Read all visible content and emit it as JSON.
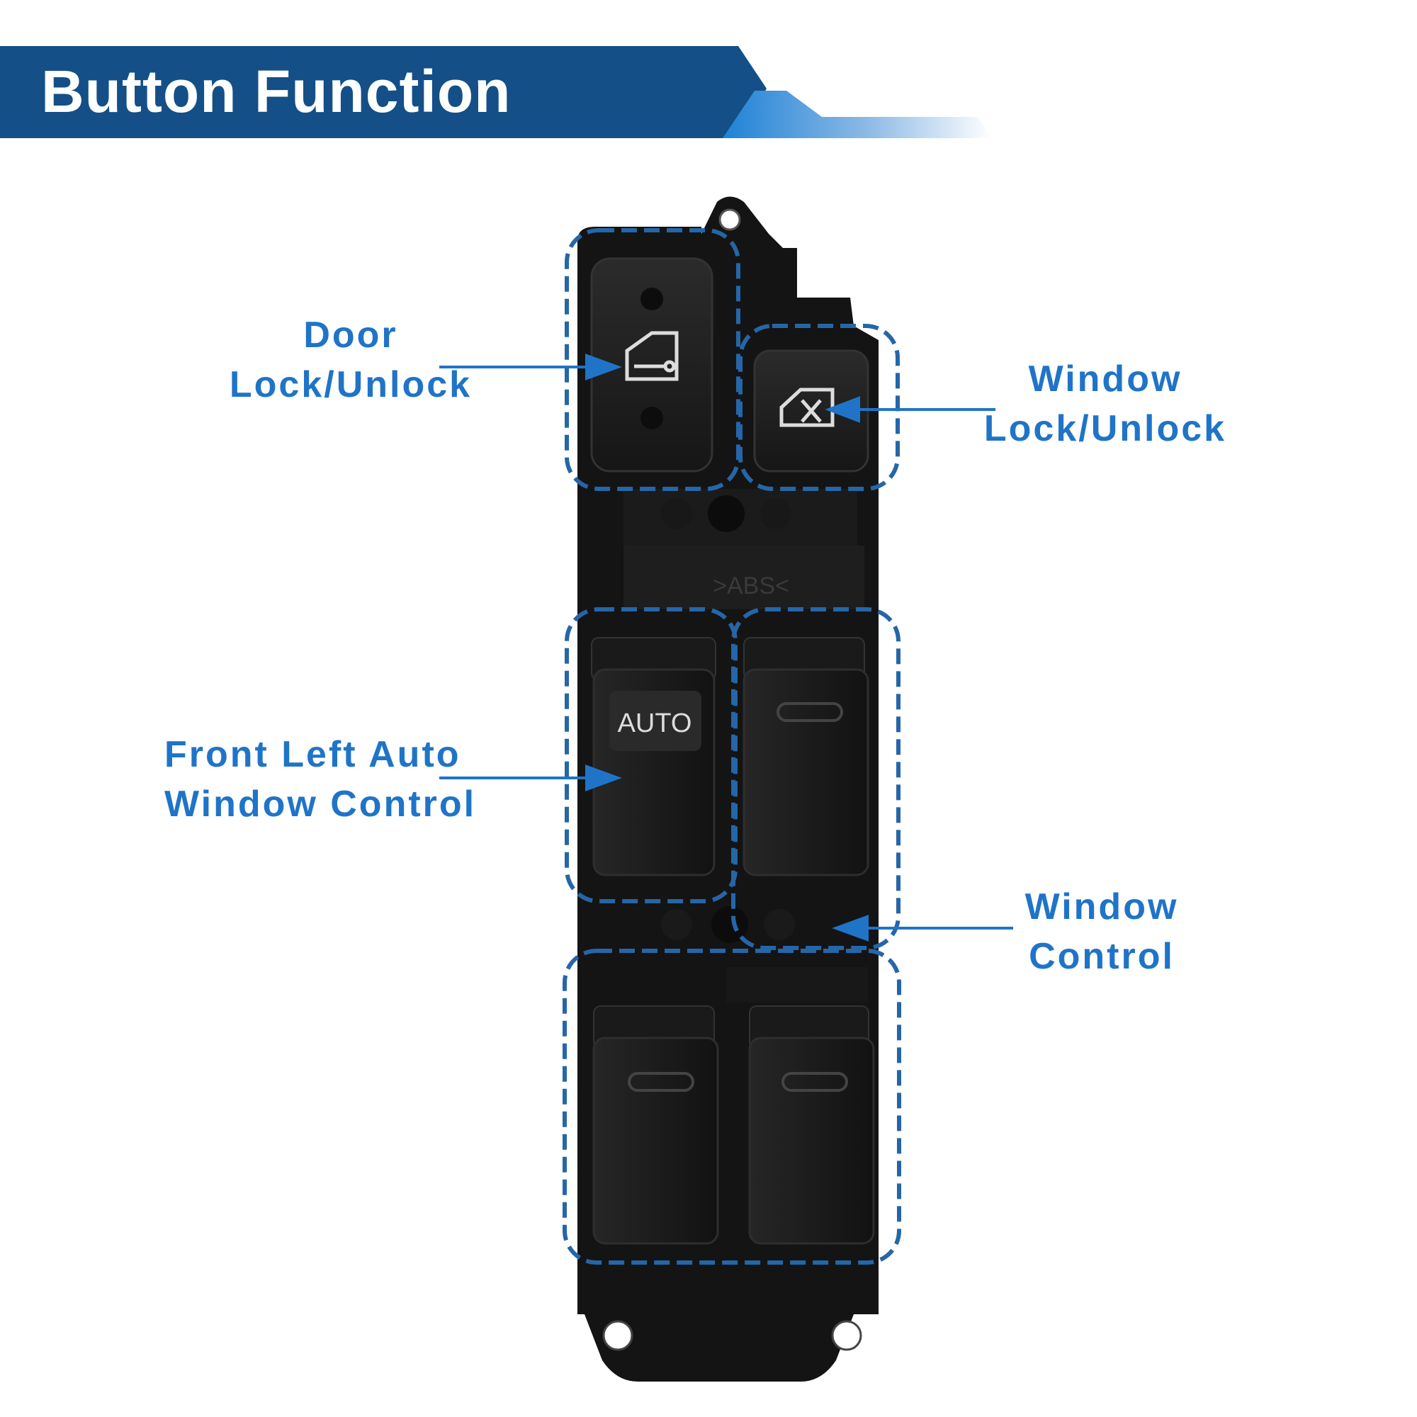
{
  "banner": {
    "title": "Button Function",
    "colors": {
      "dark": "#144f87",
      "accent": "#1f82d6",
      "fade": "#d7e7f7"
    }
  },
  "callouts": {
    "door_lock": {
      "line1": "Door",
      "line2": "Lock/Unlock"
    },
    "window_lock": {
      "line1": "Window",
      "line2": "Lock/Unlock"
    },
    "front_left": {
      "line1": "Front Left Auto",
      "line2": "Window Control"
    },
    "window_control": {
      "line1": "Window",
      "line2": "Control"
    }
  },
  "switch_panel": {
    "auto_label": "AUTO",
    "panel_text": ">ABS<",
    "icons": [
      "door-lock-icon",
      "window-lock-icon"
    ]
  },
  "colors": {
    "label": "#1f74c8",
    "highlight_dash": "#2566a8",
    "panel": "#141414",
    "button": "#1a1a1a"
  }
}
